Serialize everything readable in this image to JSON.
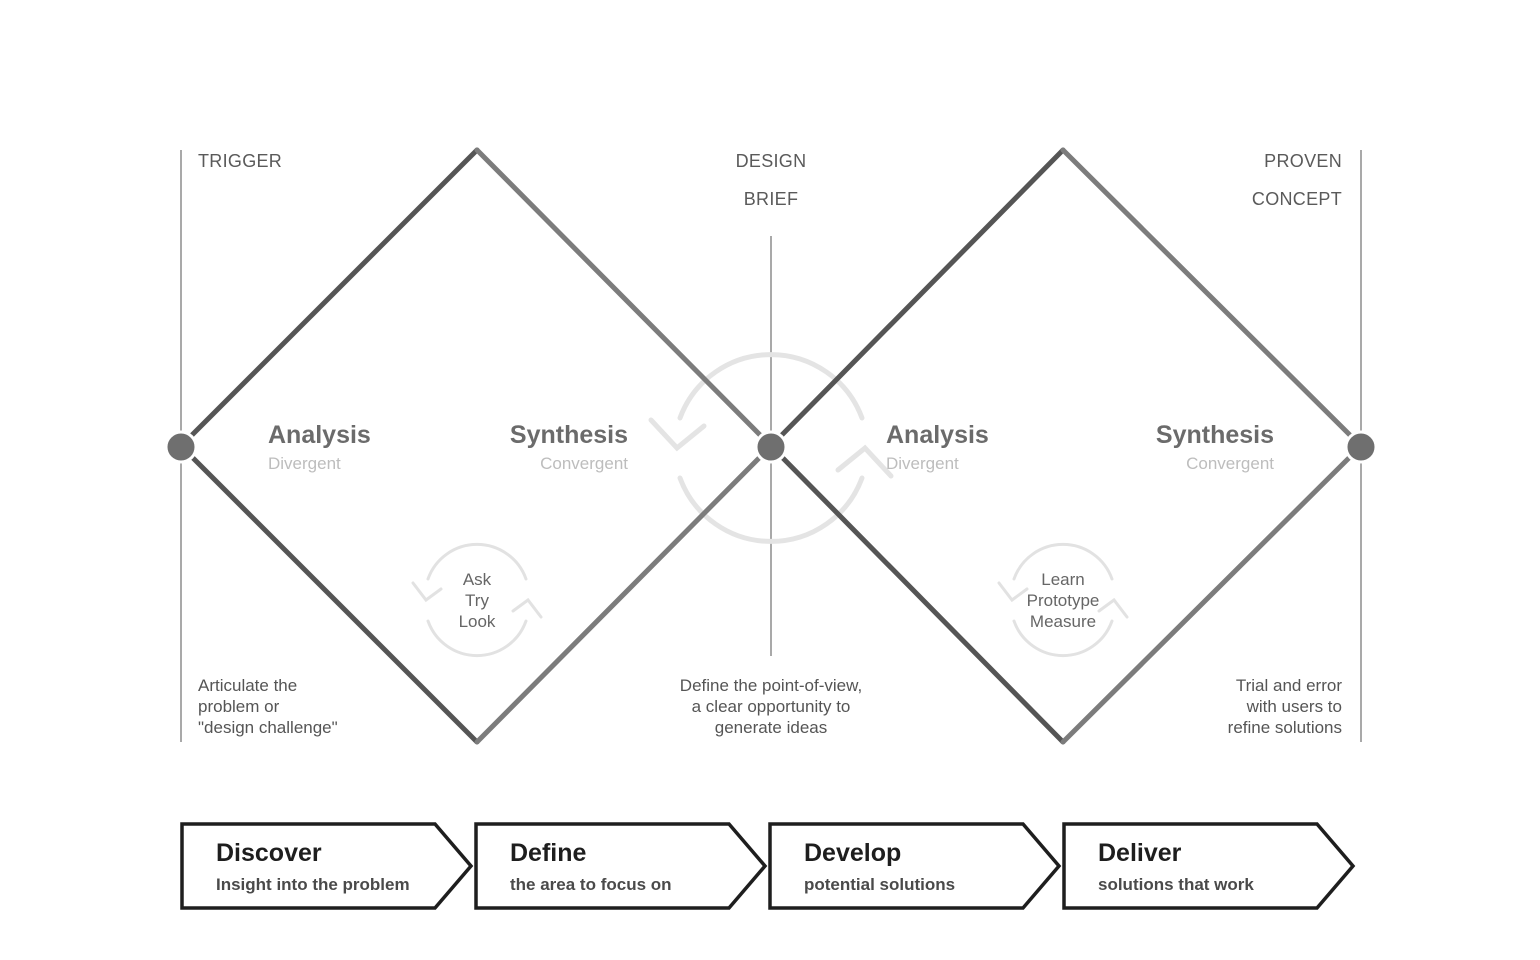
{
  "colors": {
    "diamond_dark": "#555555",
    "diamond_light": "#7c7c7c",
    "node": "#6f6f6f",
    "guide": "#a9a9a9",
    "loop": "#e2e2e2",
    "chevron_border": "#1e1e1e"
  },
  "milestones": {
    "trigger": "TRIGGER",
    "design_brief_line1": "DESIGN",
    "design_brief_line2": "BRIEF",
    "proven_concept_line1": "PROVEN",
    "proven_concept_line2": "CONCEPT"
  },
  "diamond1": {
    "left": {
      "title": "Analysis",
      "subtitle": "Divergent"
    },
    "right": {
      "title": "Synthesis",
      "subtitle": "Convergent"
    },
    "loop": [
      "Ask",
      "Try",
      "Look"
    ]
  },
  "diamond2": {
    "left": {
      "title": "Analysis",
      "subtitle": "Divergent"
    },
    "right": {
      "title": "Synthesis",
      "subtitle": "Convergent"
    },
    "loop": [
      "Learn",
      "Prototype",
      "Measure"
    ]
  },
  "descriptions": {
    "left": [
      "Articulate the",
      "problem or",
      "\"design challenge\""
    ],
    "center": [
      "Define the point-of-view,",
      "a clear opportunity to",
      "generate ideas"
    ],
    "right": [
      "Trial and error",
      "with users to",
      "refine solutions"
    ]
  },
  "stages": [
    {
      "title": "Discover",
      "subtitle": "Insight into the problem"
    },
    {
      "title": "Define",
      "subtitle": "the area to focus on"
    },
    {
      "title": "Develop",
      "subtitle": "potential solutions"
    },
    {
      "title": "Deliver",
      "subtitle": "solutions that work"
    }
  ]
}
